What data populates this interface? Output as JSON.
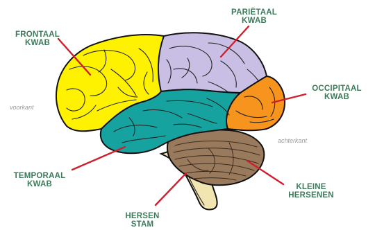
{
  "labels": {
    "frontal": [
      "FRONTAAL",
      "KWAB"
    ],
    "parietal": [
      "PARIËTAAL",
      "KWAB"
    ],
    "occipital": [
      "OCCIPITAAL",
      "KWAB"
    ],
    "temporal": [
      "TEMPORAAL",
      "KWAB"
    ],
    "cerebellum": [
      "KLEINE",
      "HERSENEN"
    ],
    "brainstem": [
      "HERSEN",
      "STAM"
    ]
  },
  "orientation": {
    "front": "voorkant",
    "back": "achterkant"
  },
  "colors": {
    "frontal": "#fff200",
    "parietal": "#c9bfe4",
    "occipital": "#f7941d",
    "temporal": "#16a3a0",
    "cerebellum": "#9a7a5c",
    "brainstem": "#f1e6b2",
    "leader": "#d01e2d",
    "label_text": "#3d7a5a"
  }
}
